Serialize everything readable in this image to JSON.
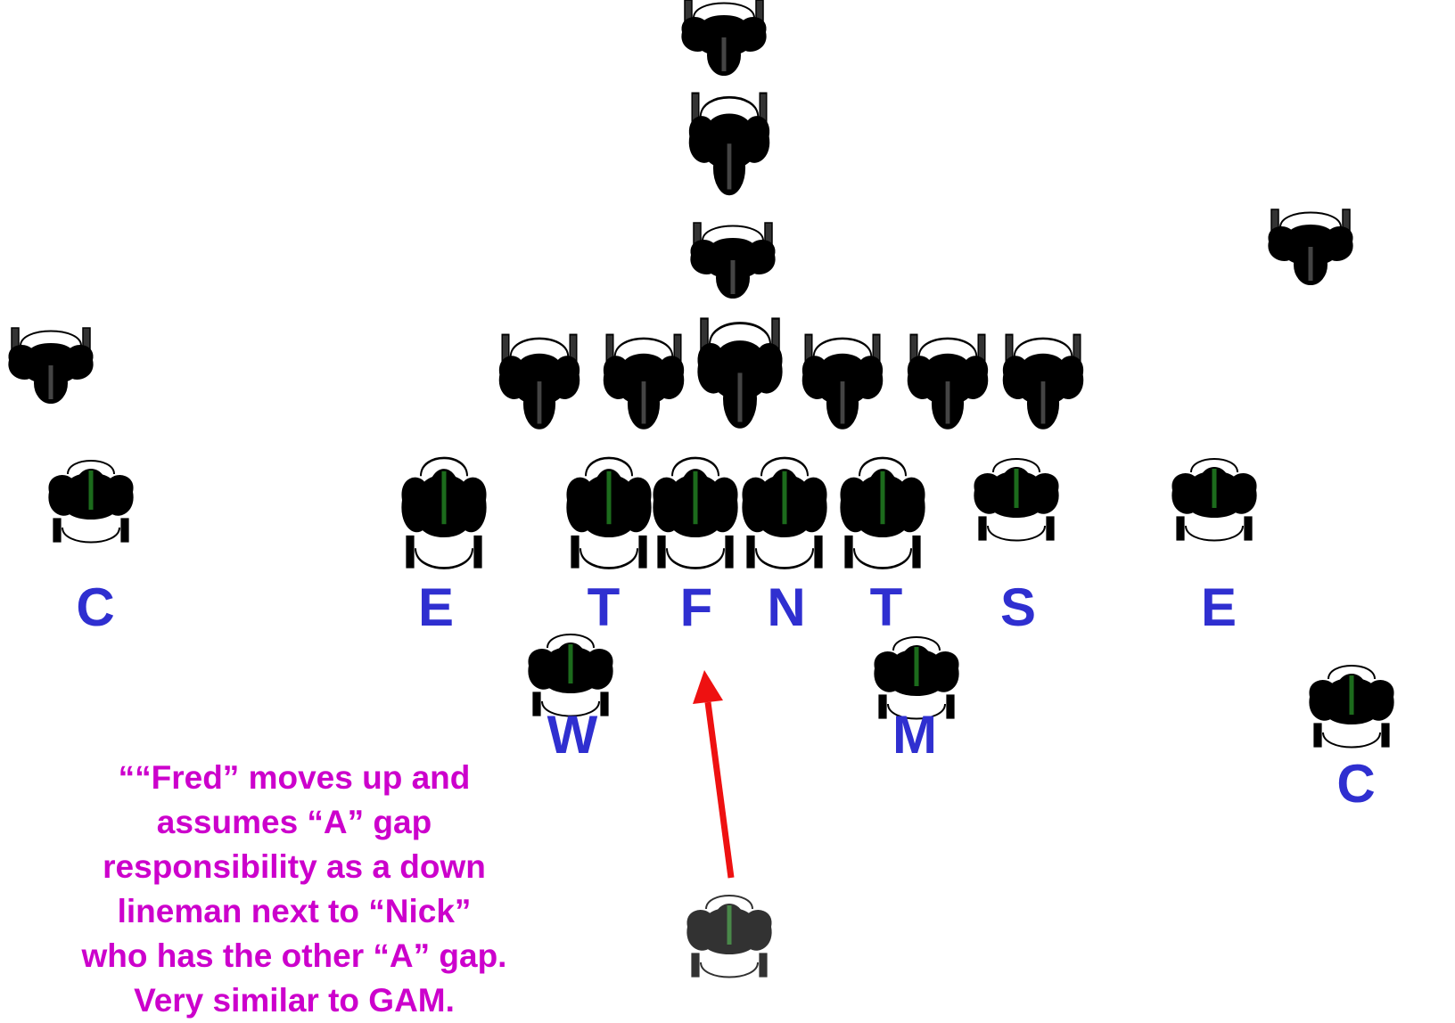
{
  "colors": {
    "offense_body": "#555555",
    "offense_helmet": "#dcdcdc",
    "defense_body": "#0f7a0f",
    "defense_helmet": "#f2ee2a",
    "ghost_body": "#93c98c",
    "ghost_helmet": "#eef07a",
    "label": "#2f2fd0",
    "caption": "#cc00cc",
    "arrow": "#ee1111"
  },
  "icons": {
    "offense": "offensive-player-icon",
    "defense": "defensive-player-icon",
    "ghost": "previous-position-icon",
    "arrow": "movement-arrow-icon"
  },
  "labels": {
    "cb_left": "C",
    "end_left": "E",
    "tackle_left": "T",
    "fred": "F",
    "nick": "N",
    "tackle_right": "T",
    "sam": "S",
    "end_right": "E",
    "will": "W",
    "mike": "M",
    "cb_right": "C"
  },
  "caption": {
    "lines": [
      "““Fred” moves up and",
      "assumes “A” gap",
      "responsibility as a down",
      "lineman next to “Nick”",
      "who has the other “A” gap.",
      "Very similar to GAM."
    ]
  }
}
